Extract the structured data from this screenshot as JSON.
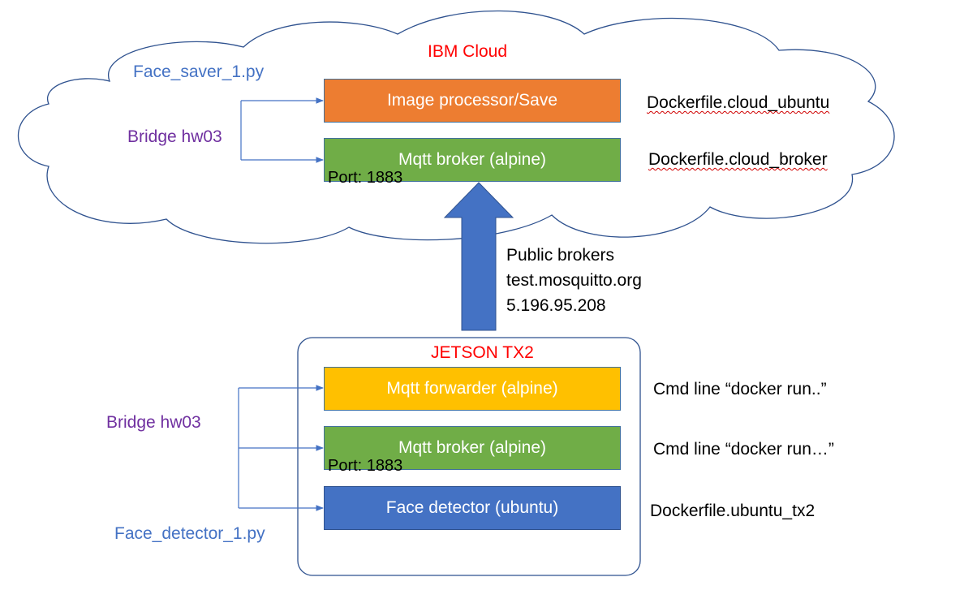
{
  "colors": {
    "orange": "#ed7d31",
    "green": "#70ad47",
    "yellow": "#ffc000",
    "blue": "#4472c4",
    "cloud_outline": "#2f528f",
    "title_red": "#ff0000",
    "bridge_purple": "#7030a0",
    "script_blue": "#4472c4"
  },
  "cloud": {
    "title": "IBM Cloud",
    "script": "Face_saver_1.py",
    "bridge": "Bridge hw03",
    "boxes": [
      {
        "label": "Image processor/Save",
        "dockerfile": "Dockerfile.cloud_ubuntu"
      },
      {
        "label": "Mqtt broker (alpine)",
        "port": "Port: 1883",
        "dockerfile": "Dockerfile.cloud_broker"
      }
    ]
  },
  "link": {
    "lines": [
      "Public brokers",
      "test.mosquitto.org",
      "5.196.95.208"
    ]
  },
  "jetson": {
    "title": "JETSON TX2",
    "bridge": "Bridge hw03",
    "script": "Face_detector_1.py",
    "boxes": [
      {
        "label": "Mqtt forwarder (alpine)",
        "note": "Cmd line “docker run..”"
      },
      {
        "label": "Mqtt broker (alpine)",
        "port": "Port: 1883",
        "note": "Cmd line “docker run…”"
      },
      {
        "label": "Face detector (ubuntu)",
        "note": "Dockerfile.ubuntu_tx2"
      }
    ]
  }
}
